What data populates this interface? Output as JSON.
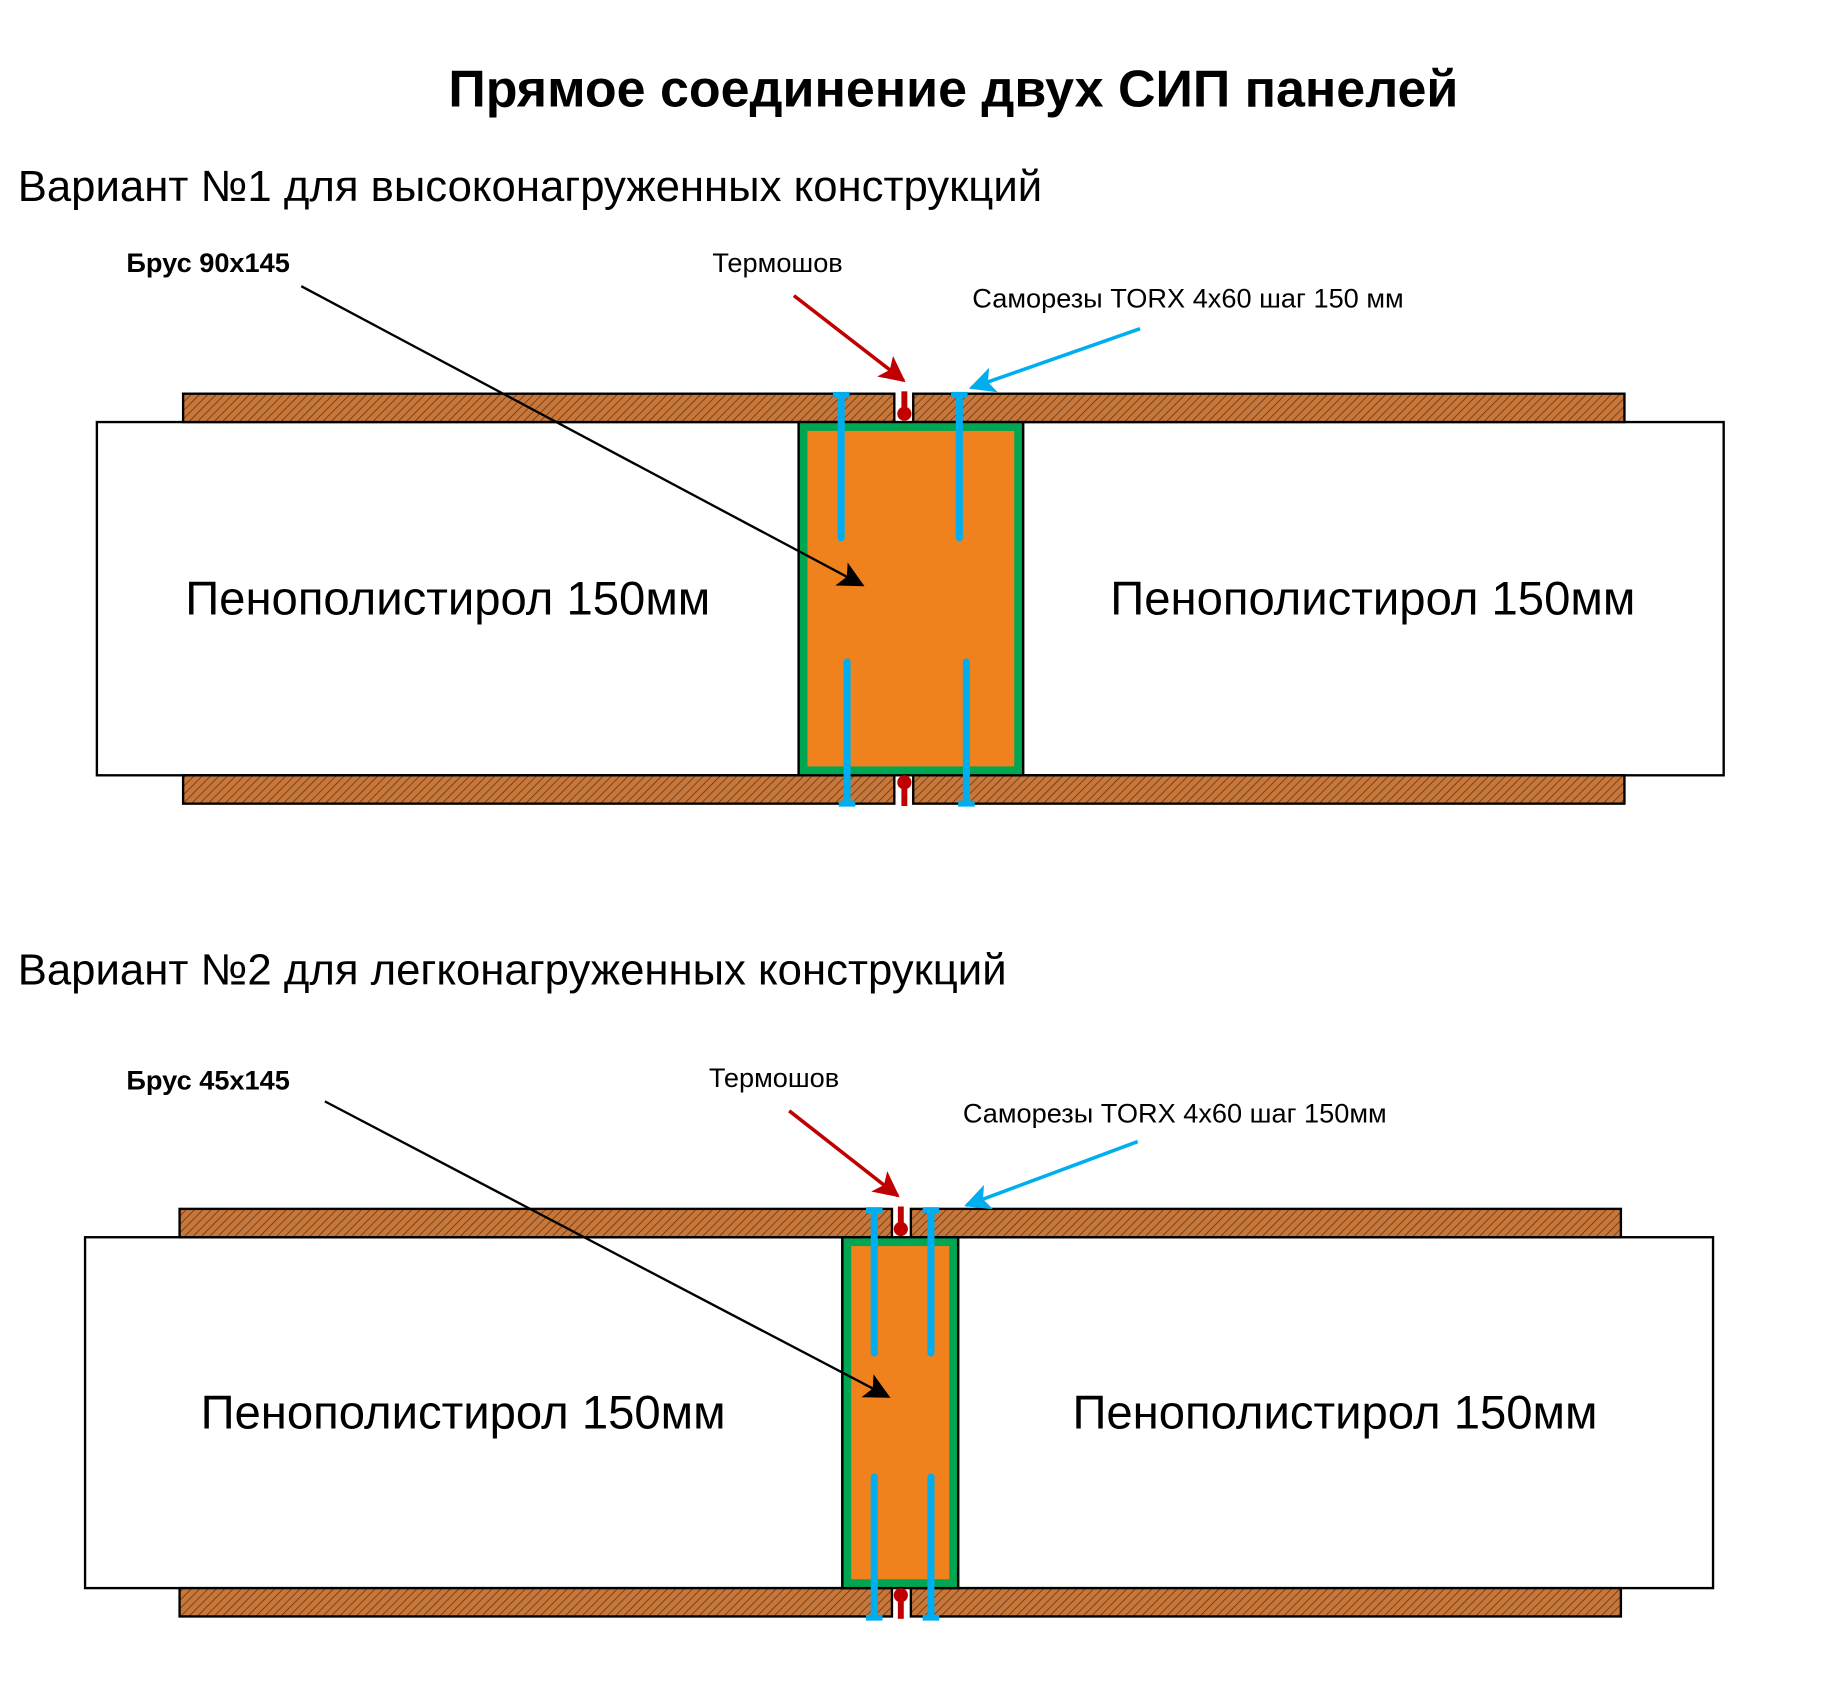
{
  "title": "Прямое соединение двух СИП панелей",
  "variants": [
    {
      "heading": "Вариант №1 для высоконагруженных конструкций",
      "beam_label": "Брус 90х145",
      "seam_label": "Термошов",
      "screws_label": "Саморезы TORX 4x60 шаг 150 мм",
      "foam_left": "Пенополистирол 150мм",
      "foam_right": "Пенополистирол 150мм"
    },
    {
      "heading": "Вариант №2 для легконагруженных конструкций",
      "beam_label": "Брус 45х145",
      "seam_label": "Термошов",
      "screws_label": "Саморезы TORX 4x60 шаг 150мм",
      "foam_left": "Пенополистирол 150мм",
      "foam_right": "Пенополистирол 150мм"
    }
  ],
  "colors": {
    "beam": "#f0821e",
    "beam_border": "#00a651",
    "screw": "#00aeef",
    "seam": "#c00000",
    "board": "#c87533"
  }
}
